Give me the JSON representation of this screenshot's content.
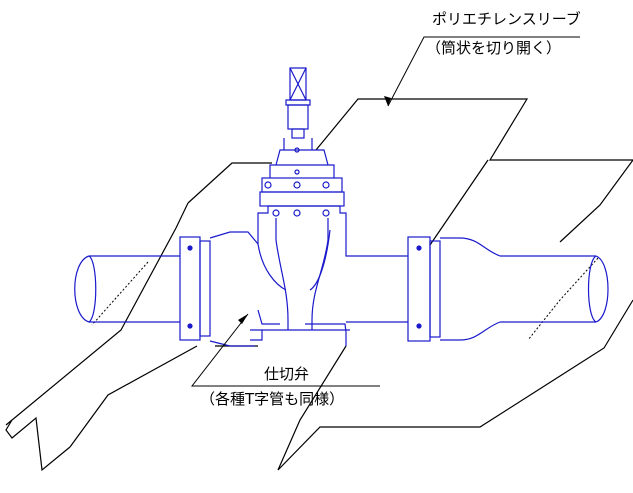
{
  "labels": {
    "sleeve_title": "ポリエチレンスリーブ",
    "sleeve_note": "（筒状を切り開く）",
    "valve_title": "仕切弁",
    "valve_note": "（各種T字管も同様）"
  },
  "colors": {
    "valve_lines": "#1a1acc",
    "sleeve_lines": "#000000",
    "leader_lines": "#000000",
    "background": "#ffffff"
  }
}
